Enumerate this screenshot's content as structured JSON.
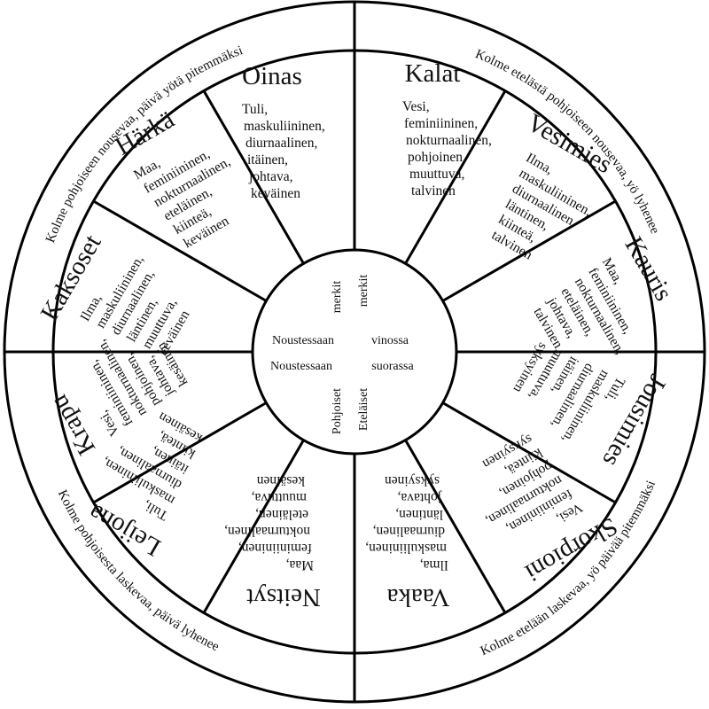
{
  "outer_ring": {
    "top_left": "Kolme pohjoiseen nousevaa, päivä yötä pitemmäksi",
    "top_right": "Kolme etelästä pohjoiseen nousevaa, yö lyhenee",
    "bottom_right": "Kolme etelään laskevaa, yö päivää pitemmäksi",
    "bottom_left": "Kolme pohjoisesta laskevaa, päivä lyhenee"
  },
  "signs": [
    {
      "name": "Oinas",
      "attributes": [
        "Tuli,",
        "maskuliininen,",
        "diurnaalinen,",
        "itäinen,",
        "johtava,",
        "keväinen"
      ]
    },
    {
      "name": "Härkä",
      "attributes": [
        "Maa,",
        "feminiininen,",
        "nokturnaalinen,",
        "eteläinen,",
        "kiinteä,",
        "keväinen"
      ]
    },
    {
      "name": "Kaksoset",
      "attributes": [
        "Ilma,",
        "maskuliininen,",
        "diurnaalinen,",
        "läntinen,",
        "muuttuva,",
        "keväinen"
      ]
    },
    {
      "name": "Krapu",
      "attributes": [
        "Vesi,",
        "feminiininen,",
        "nokturnaalinen,",
        "pohjoinen,",
        "johtava,",
        "kesäinen"
      ]
    },
    {
      "name": "Leijona",
      "attributes": [
        "Tuli,",
        "maskuliininen,",
        "diurnaalinen,",
        "itäinen,",
        "kiinteä,",
        "kesäinen"
      ]
    },
    {
      "name": "Neitsyt",
      "attributes": [
        "Maa,",
        "feminiininen,",
        "nokturnaalinen,",
        "eteläinen,",
        "muuttuva,",
        "kesäinen"
      ]
    },
    {
      "name": "Vaaka",
      "attributes": [
        "Ilma,",
        "maskuliininen,",
        "diurnaalinen,",
        "läntinen,",
        "johtava,",
        "syksyinen"
      ]
    },
    {
      "name": "Skorpioni",
      "attributes": [
        "Vesi,",
        "feminiininen,",
        "nokturnaalinen,",
        "pohjoinen,",
        "kiinteä,",
        "syksyinen"
      ]
    },
    {
      "name": "Jousimies",
      "attributes": [
        "Tuli,",
        "maskuliininen,",
        "diurnaalinen,",
        "itäinen,",
        "muuttuva,",
        "syksyinen"
      ]
    },
    {
      "name": "Kauris",
      "attributes": [
        "Maa,",
        "feminiininen,",
        "nokturnaalinen,",
        "eteläinen,",
        "johtava,",
        "talvinen"
      ]
    },
    {
      "name": "Vesimies",
      "attributes": [
        "Ilma,",
        "maskuliininen,",
        "diurnaalinen,",
        "läntinen,",
        "kiinteä,",
        "talvinen"
      ]
    },
    {
      "name": "Kalat",
      "attributes": [
        "Vesi,",
        "feminiininen,",
        "nokturnaalinen,",
        "pohjoinen,",
        "muuttuva,",
        "talvinen"
      ]
    }
  ],
  "hub": {
    "tl_main": "Noustessaan",
    "tl_vertical": "merkit",
    "tr_vertical": "merkit",
    "tr_main": "vinossa",
    "bl_main": "Noustessaan",
    "bl_vertical": "Pohjoiset",
    "br_main": "suorassa",
    "br_vertical": "Eteläiset"
  }
}
